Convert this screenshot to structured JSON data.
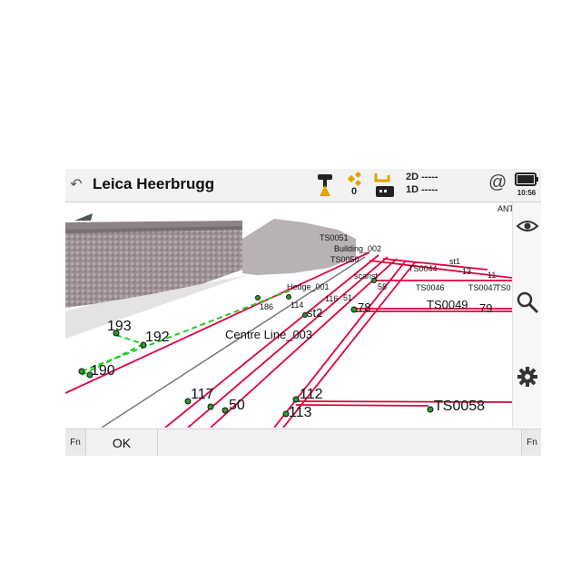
{
  "app": {
    "title": "Leica Heerbrugg",
    "clock": "10:56"
  },
  "status": {
    "satellites": "0",
    "quality_2d": "2D -----",
    "quality_1d": "1D -----",
    "at_symbol": "@"
  },
  "colors": {
    "accent": "#e8a000",
    "line_red": "#e0003c",
    "line_green_dashed": "#22cc22",
    "line_gray": "#777777",
    "point_fill": "#2d9a2d"
  },
  "icons": {
    "back": "back-arrow-icon",
    "gnss": "gnss-antenna-icon",
    "satellite": "satellite-icon",
    "radio": "radio-link-icon",
    "battery": "battery-icon",
    "eye": "eye-icon",
    "search": "search-icon",
    "settings": "gear-icon"
  },
  "viewport": {
    "labels": {
      "ants": "ANTS",
      "ts0051": "TS0051",
      "building": "Building_002",
      "ts0050": "TS0050",
      "st1": "st1",
      "ts0044": "TS0044",
      "p13": "13",
      "p11": "11",
      "scanst": "scanst",
      "hedge": "Hedge_001",
      "p58": "58",
      "ts0046": "TS0046",
      "ts0047": "TS0047",
      "p116": "116",
      "p51": "51",
      "p186": "186",
      "p114": "114",
      "st2": "st2",
      "p78": "78",
      "ts0049": "TS0049",
      "p79": "79",
      "p193": "193",
      "p192": "192",
      "centre_line": "Centre Line_003",
      "p190": "190",
      "p117": "117",
      "p50": "50",
      "p112": "112",
      "p113": "113",
      "ts0058": "TS0058",
      "ts00_partial": "TS0"
    }
  },
  "bottom": {
    "fn_left": "Fn",
    "ok": "OK",
    "fn_right": "Fn"
  }
}
